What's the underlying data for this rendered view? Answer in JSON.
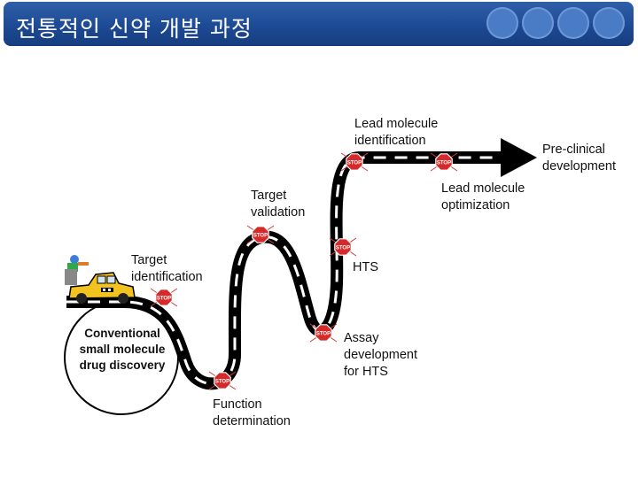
{
  "header": {
    "title": "전통적인 신약 개발 과정",
    "accent_color": "#1d4a94"
  },
  "diagram": {
    "start_label": "Conventional\nsmall molecule\ndrug discovery",
    "stops": [
      {
        "id": "target-identification",
        "label": "Target\nidentification"
      },
      {
        "id": "function-determination",
        "label": "Function\ndetermination"
      },
      {
        "id": "target-validation",
        "label": "Target\nvalidation"
      },
      {
        "id": "assay-development",
        "label": "Assay\ndevelopment\nfor HTS"
      },
      {
        "id": "hts",
        "label": "HTS"
      },
      {
        "id": "lead-identification",
        "label": "Lead molecule\nidentification"
      },
      {
        "id": "lead-optimization",
        "label": "Lead molecule\noptimization"
      },
      {
        "id": "pre-clinical",
        "label": "Pre-clinical\ndevelopment"
      }
    ],
    "stop_sign_text": "STOP"
  }
}
